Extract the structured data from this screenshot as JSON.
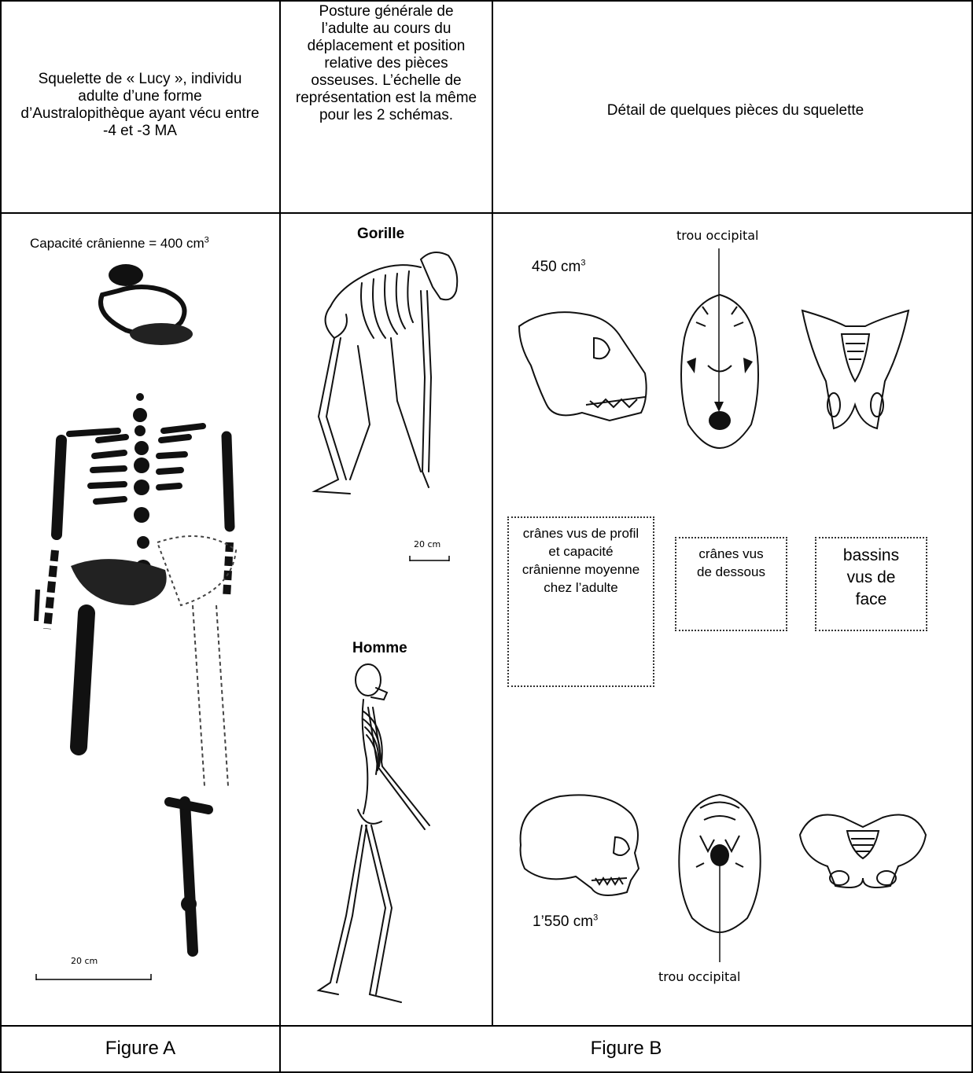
{
  "header": {
    "col_a": "Squelette de « Lucy », individu adulte d’une forme d’Australopithèque ayant vécu entre -4 et -3 MA",
    "col_b": "Posture générale de l’adulte au cours du déplacement et position relative des pièces osseuses. L’échelle de représentation est la même pour les 2 schémas.",
    "col_c": "Détail de quelques pièces du squelette"
  },
  "lucy": {
    "capacity_text": "Capacité crânienne = 400 cm",
    "capacity_sup": "3",
    "scale": "20 cm"
  },
  "posture": {
    "gorilla": "Gorille",
    "gorilla_scale": "20 cm",
    "human": "Homme"
  },
  "details": {
    "top_label": "trou occipital",
    "top_capacity": "450 cm",
    "top_capacity_sup": "3",
    "box_profile": "crânes vus de profil et capacité crânienne moyenne chez l’adulte",
    "box_below": "crânes vus de dessous",
    "box_pelvis": "bassins vus de face",
    "bottom_capacity": "1’550 cm",
    "bottom_capacity_sup": "3",
    "bottom_label": "trou occipital"
  },
  "footer": {
    "figure_a": "Figure A",
    "figure_b": "Figure B"
  }
}
